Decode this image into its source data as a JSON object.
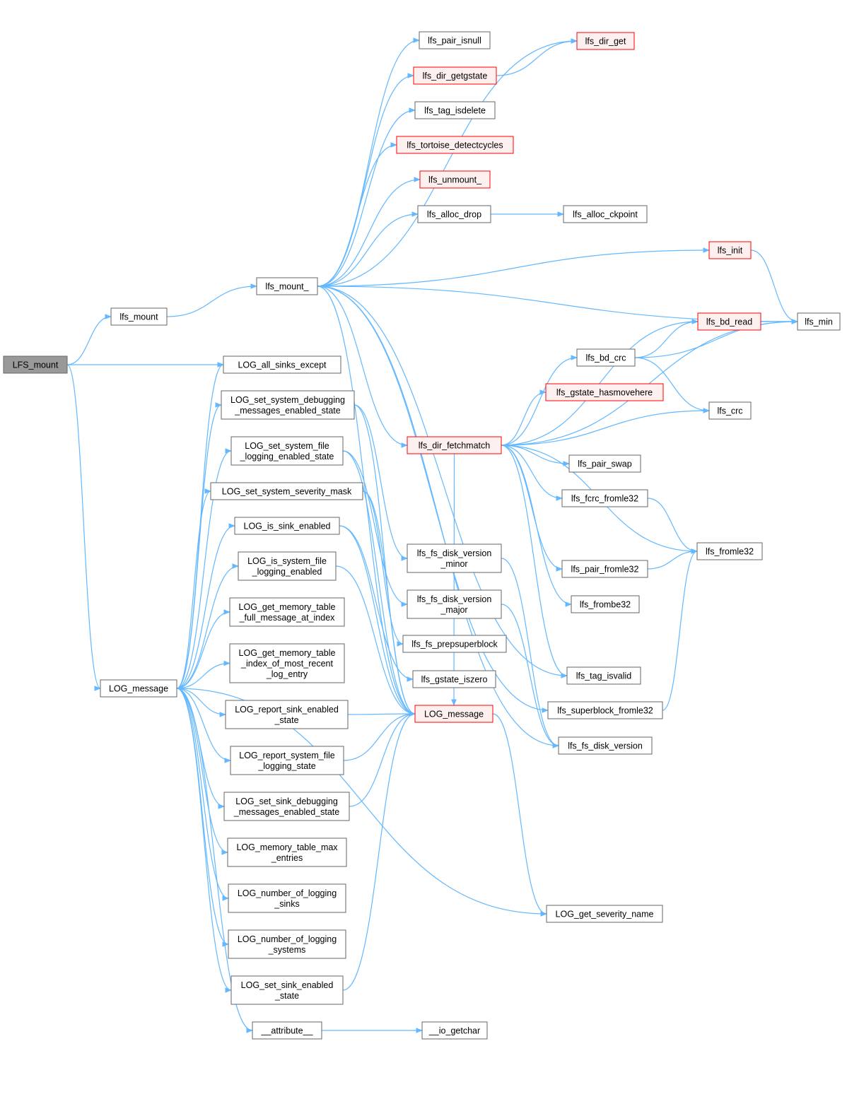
{
  "colors": {
    "edge": "#63b8ff",
    "node_border": "#666666",
    "red_border": "#ff0000",
    "red_fill": "#fff0f0",
    "root_fill": "#999999"
  },
  "nodes": [
    {
      "id": "lfs_mount_root",
      "label": [
        "LFS_mount"
      ],
      "style": "root"
    },
    {
      "id": "lfs_mount",
      "label": [
        "lfs_mount"
      ],
      "style": "normal"
    },
    {
      "id": "lfs_mount_",
      "label": [
        "lfs_mount_"
      ],
      "style": "normal"
    },
    {
      "id": "log_message_l",
      "label": [
        "LOG_message"
      ],
      "style": "normal"
    },
    {
      "id": "log_all_sinks_except",
      "label": [
        "LOG_all_sinks_except"
      ],
      "style": "normal"
    },
    {
      "id": "log_set_sys_dbg",
      "label": [
        "LOG_set_system_debugging",
        "_messages_enabled_state"
      ],
      "style": "normal"
    },
    {
      "id": "log_set_sys_file",
      "label": [
        "LOG_set_system_file",
        "_logging_enabled_state"
      ],
      "style": "normal"
    },
    {
      "id": "log_set_sys_sev",
      "label": [
        "LOG_set_system_severity_mask"
      ],
      "style": "normal"
    },
    {
      "id": "log_is_sink_en",
      "label": [
        "LOG_is_sink_enabled"
      ],
      "style": "normal"
    },
    {
      "id": "log_is_sys_file",
      "label": [
        "LOG_is_system_file",
        "_logging_enabled"
      ],
      "style": "normal"
    },
    {
      "id": "log_get_mem_full",
      "label": [
        "LOG_get_memory_table",
        "_full_message_at_index"
      ],
      "style": "normal"
    },
    {
      "id": "log_get_mem_idx",
      "label": [
        "LOG_get_memory_table",
        "_index_of_most_recent",
        "_log_entry"
      ],
      "style": "normal"
    },
    {
      "id": "log_report_sink",
      "label": [
        "LOG_report_sink_enabled",
        "_state"
      ],
      "style": "normal"
    },
    {
      "id": "log_report_sys_file",
      "label": [
        "LOG_report_system_file",
        "_logging_state"
      ],
      "style": "normal"
    },
    {
      "id": "log_set_sink_dbg",
      "label": [
        "LOG_set_sink_debugging",
        "_messages_enabled_state"
      ],
      "style": "normal"
    },
    {
      "id": "log_mem_max",
      "label": [
        "LOG_memory_table_max",
        "_entries"
      ],
      "style": "normal"
    },
    {
      "id": "log_num_sinks",
      "label": [
        "LOG_number_of_logging",
        "_sinks"
      ],
      "style": "normal"
    },
    {
      "id": "log_num_systems",
      "label": [
        "LOG_number_of_logging",
        "_systems"
      ],
      "style": "normal"
    },
    {
      "id": "log_set_sink_en",
      "label": [
        "LOG_set_sink_enabled",
        "_state"
      ],
      "style": "normal"
    },
    {
      "id": "attribute",
      "label": [
        "__attribute__"
      ],
      "style": "normal"
    },
    {
      "id": "io_getchar",
      "label": [
        "__io_getchar"
      ],
      "style": "normal"
    },
    {
      "id": "lfs_pair_isnull",
      "label": [
        "lfs_pair_isnull"
      ],
      "style": "normal"
    },
    {
      "id": "lfs_dir_getgstate",
      "label": [
        "lfs_dir_getgstate"
      ],
      "style": "red"
    },
    {
      "id": "lfs_tag_isdelete",
      "label": [
        "lfs_tag_isdelete"
      ],
      "style": "normal"
    },
    {
      "id": "lfs_tortoise",
      "label": [
        "lfs_tortoise_detectcycles"
      ],
      "style": "red"
    },
    {
      "id": "lfs_unmount_",
      "label": [
        "lfs_unmount_"
      ],
      "style": "red"
    },
    {
      "id": "lfs_alloc_drop",
      "label": [
        "lfs_alloc_drop"
      ],
      "style": "normal"
    },
    {
      "id": "lfs_alloc_ckpoint",
      "label": [
        "lfs_alloc_ckpoint"
      ],
      "style": "normal"
    },
    {
      "id": "lfs_dir_get",
      "label": [
        "lfs_dir_get"
      ],
      "style": "red"
    },
    {
      "id": "lfs_init",
      "label": [
        "lfs_init"
      ],
      "style": "red"
    },
    {
      "id": "lfs_min",
      "label": [
        "lfs_min"
      ],
      "style": "normal"
    },
    {
      "id": "lfs_bd_read",
      "label": [
        "lfs_bd_read"
      ],
      "style": "red"
    },
    {
      "id": "lfs_bd_crc",
      "label": [
        "lfs_bd_crc"
      ],
      "style": "normal"
    },
    {
      "id": "lfs_gstate_hasmovehere",
      "label": [
        "lfs_gstate_hasmovehere"
      ],
      "style": "red"
    },
    {
      "id": "lfs_crc",
      "label": [
        "lfs_crc"
      ],
      "style": "normal"
    },
    {
      "id": "lfs_dir_fetchmatch",
      "label": [
        "lfs_dir_fetchmatch"
      ],
      "style": "red"
    },
    {
      "id": "lfs_pair_swap",
      "label": [
        "lfs_pair_swap"
      ],
      "style": "normal"
    },
    {
      "id": "lfs_fcrc_fromle32",
      "label": [
        "lfs_fcrc_fromle32"
      ],
      "style": "normal"
    },
    {
      "id": "lfs_fromle32",
      "label": [
        "lfs_fromle32"
      ],
      "style": "normal"
    },
    {
      "id": "lfs_pair_fromle32",
      "label": [
        "lfs_pair_fromle32"
      ],
      "style": "normal"
    },
    {
      "id": "lfs_frombe32",
      "label": [
        "lfs_frombe32"
      ],
      "style": "normal"
    },
    {
      "id": "lfs_fs_disk_version_minor",
      "label": [
        "lfs_fs_disk_version",
        "_minor"
      ],
      "style": "normal"
    },
    {
      "id": "lfs_fs_disk_version_major",
      "label": [
        "lfs_fs_disk_version",
        "_major"
      ],
      "style": "normal"
    },
    {
      "id": "lfs_fs_prepsuperblock",
      "label": [
        "lfs_fs_prepsuperblock"
      ],
      "style": "normal"
    },
    {
      "id": "lfs_gstate_iszero",
      "label": [
        "lfs_gstate_iszero"
      ],
      "style": "normal"
    },
    {
      "id": "log_message_red",
      "label": [
        "LOG_message"
      ],
      "style": "red"
    },
    {
      "id": "lfs_tag_isvalid",
      "label": [
        "lfs_tag_isvalid"
      ],
      "style": "normal"
    },
    {
      "id": "lfs_superblock_fromle32",
      "label": [
        "lfs_superblock_fromle32"
      ],
      "style": "normal"
    },
    {
      "id": "lfs_fs_disk_version",
      "label": [
        "lfs_fs_disk_version"
      ],
      "style": "normal"
    },
    {
      "id": "log_get_severity_name",
      "label": [
        "LOG_get_severity_name"
      ],
      "style": "normal"
    }
  ],
  "edges": [
    [
      "lfs_mount_root",
      "lfs_mount"
    ],
    [
      "lfs_mount_root",
      "log_all_sinks_except"
    ],
    [
      "lfs_mount_root",
      "log_message_l"
    ],
    [
      "lfs_mount",
      "lfs_mount_"
    ],
    [
      "lfs_mount_",
      "lfs_dir_get"
    ],
    [
      "lfs_mount_",
      "lfs_pair_isnull"
    ],
    [
      "lfs_mount_",
      "lfs_dir_getgstate"
    ],
    [
      "lfs_mount_",
      "lfs_tag_isdelete"
    ],
    [
      "lfs_mount_",
      "lfs_tortoise"
    ],
    [
      "lfs_mount_",
      "lfs_unmount_"
    ],
    [
      "lfs_mount_",
      "lfs_alloc_drop"
    ],
    [
      "lfs_mount_",
      "lfs_init"
    ],
    [
      "lfs_mount_",
      "lfs_min"
    ],
    [
      "lfs_mount_",
      "lfs_dir_fetchmatch"
    ],
    [
      "lfs_mount_",
      "lfs_fs_disk_version"
    ],
    [
      "lfs_mount_",
      "lfs_superblock_fromle32"
    ],
    [
      "lfs_mount_",
      "lfs_tag_isvalid"
    ],
    [
      "lfs_mount_",
      "log_message_red"
    ],
    [
      "lfs_dir_getgstate",
      "lfs_dir_get"
    ],
    [
      "lfs_alloc_drop",
      "lfs_alloc_ckpoint"
    ],
    [
      "lfs_init",
      "lfs_min"
    ],
    [
      "lfs_bd_read",
      "lfs_min"
    ],
    [
      "lfs_bd_crc",
      "lfs_bd_read"
    ],
    [
      "lfs_bd_crc",
      "lfs_min"
    ],
    [
      "lfs_bd_crc",
      "lfs_crc"
    ],
    [
      "lfs_dir_fetchmatch",
      "lfs_bd_read"
    ],
    [
      "lfs_dir_fetchmatch",
      "lfs_bd_crc"
    ],
    [
      "lfs_dir_fetchmatch",
      "lfs_gstate_hasmovehere"
    ],
    [
      "lfs_dir_fetchmatch",
      "lfs_crc"
    ],
    [
      "lfs_dir_fetchmatch",
      "lfs_pair_swap"
    ],
    [
      "lfs_dir_fetchmatch",
      "lfs_fcrc_fromle32"
    ],
    [
      "lfs_dir_fetchmatch",
      "lfs_fromle32"
    ],
    [
      "lfs_dir_fetchmatch",
      "lfs_pair_fromle32"
    ],
    [
      "lfs_dir_fetchmatch",
      "lfs_frombe32"
    ],
    [
      "lfs_dir_fetchmatch",
      "lfs_min"
    ],
    [
      "lfs_dir_fetchmatch",
      "lfs_tag_isvalid"
    ],
    [
      "lfs_dir_fetchmatch",
      "log_message_red"
    ],
    [
      "lfs_fcrc_fromle32",
      "lfs_fromle32"
    ],
    [
      "lfs_pair_fromle32",
      "lfs_fromle32"
    ],
    [
      "lfs_superblock_fromle32",
      "lfs_fromle32"
    ],
    [
      "lfs_fs_disk_version_minor",
      "lfs_fs_disk_version"
    ],
    [
      "lfs_fs_disk_version_major",
      "lfs_fs_disk_version"
    ],
    [
      "log_message_red",
      "log_get_severity_name"
    ],
    [
      "log_message_l",
      "log_all_sinks_except"
    ],
    [
      "log_message_l",
      "log_set_sys_dbg"
    ],
    [
      "log_message_l",
      "log_set_sys_file"
    ],
    [
      "log_message_l",
      "log_set_sys_sev"
    ],
    [
      "log_message_l",
      "log_is_sink_en"
    ],
    [
      "log_message_l",
      "log_is_sys_file"
    ],
    [
      "log_message_l",
      "log_get_mem_full"
    ],
    [
      "log_message_l",
      "log_get_mem_idx"
    ],
    [
      "log_message_l",
      "log_report_sink"
    ],
    [
      "log_message_l",
      "log_report_sys_file"
    ],
    [
      "log_message_l",
      "log_set_sink_dbg"
    ],
    [
      "log_message_l",
      "log_mem_max"
    ],
    [
      "log_message_l",
      "log_num_sinks"
    ],
    [
      "log_message_l",
      "log_num_systems"
    ],
    [
      "log_message_l",
      "log_set_sink_en"
    ],
    [
      "log_message_l",
      "attribute"
    ],
    [
      "log_message_l",
      "log_get_severity_name"
    ],
    [
      "log_set_sys_dbg",
      "log_message_red"
    ],
    [
      "log_set_sys_file",
      "log_message_red"
    ],
    [
      "log_set_sys_sev",
      "log_message_red"
    ],
    [
      "log_is_sink_en",
      "log_message_red"
    ],
    [
      "log_is_sys_file",
      "log_message_red"
    ],
    [
      "log_report_sink",
      "log_message_red"
    ],
    [
      "log_report_sys_file",
      "log_message_red"
    ],
    [
      "log_set_sink_dbg",
      "log_message_red"
    ],
    [
      "log_set_sink_en",
      "log_message_red"
    ],
    [
      "log_set_sys_dbg",
      "lfs_fs_disk_version_minor"
    ],
    [
      "log_set_sys_file",
      "lfs_fs_disk_version_major"
    ],
    [
      "log_set_sys_sev",
      "lfs_fs_prepsuperblock"
    ],
    [
      "log_is_sink_en",
      "lfs_gstate_iszero"
    ],
    [
      "attribute",
      "io_getchar"
    ]
  ]
}
